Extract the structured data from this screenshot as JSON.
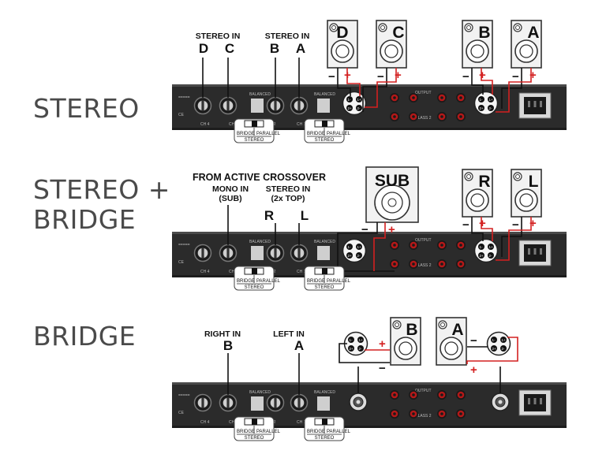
{
  "sections": [
    {
      "title": "STEREO",
      "inputs": [
        {
          "label": "STEREO IN",
          "channels": [
            "D",
            "C"
          ]
        },
        {
          "label": "STEREO IN",
          "channels": [
            "B",
            "A"
          ]
        }
      ],
      "speakers": [
        "D",
        "C",
        "B",
        "A"
      ],
      "switches": [
        {
          "left": "BRIDGE",
          "right": "PARALLEL",
          "bottom": "STEREO"
        },
        {
          "left": "BRIDGE",
          "right": "PARALLEL",
          "bottom": "STEREO"
        }
      ]
    },
    {
      "title_line1": "STEREO +",
      "title_line2": "BRIDGE",
      "header": "FROM ACTIVE CROSSOVER",
      "inputs": [
        {
          "label_line1": "MONO IN",
          "label_line2": "(SUB)"
        },
        {
          "label_line1": "STEREO IN",
          "label_line2": "(2x TOP)",
          "channels": [
            "R",
            "L"
          ]
        }
      ],
      "speakers": [
        "SUB",
        "R",
        "L"
      ],
      "switches": [
        {
          "left": "BRIDGE",
          "right": "PARALLEL",
          "bottom": "STEREO"
        },
        {
          "left": "BRIDGE",
          "right": "PARALLEL",
          "bottom": "STEREO"
        }
      ]
    },
    {
      "title": "BRIDGE",
      "inputs": [
        {
          "label": "RIGHT IN",
          "channel": "B"
        },
        {
          "label": "LEFT IN",
          "channel": "A"
        }
      ],
      "speakers": [
        "B",
        "A"
      ],
      "switches": [
        {
          "left": "BRIDGE",
          "right": "PARALLEL",
          "bottom": "STEREO"
        },
        {
          "left": "BRIDGE",
          "right": "PARALLEL",
          "bottom": "STEREO"
        }
      ]
    }
  ],
  "polarity": {
    "plus": "+",
    "minus": "−"
  },
  "colors": {
    "rack": "#2b2b2b",
    "wire_red": "#d32020",
    "wire_black": "#111111",
    "label": "#4a4a4a"
  }
}
